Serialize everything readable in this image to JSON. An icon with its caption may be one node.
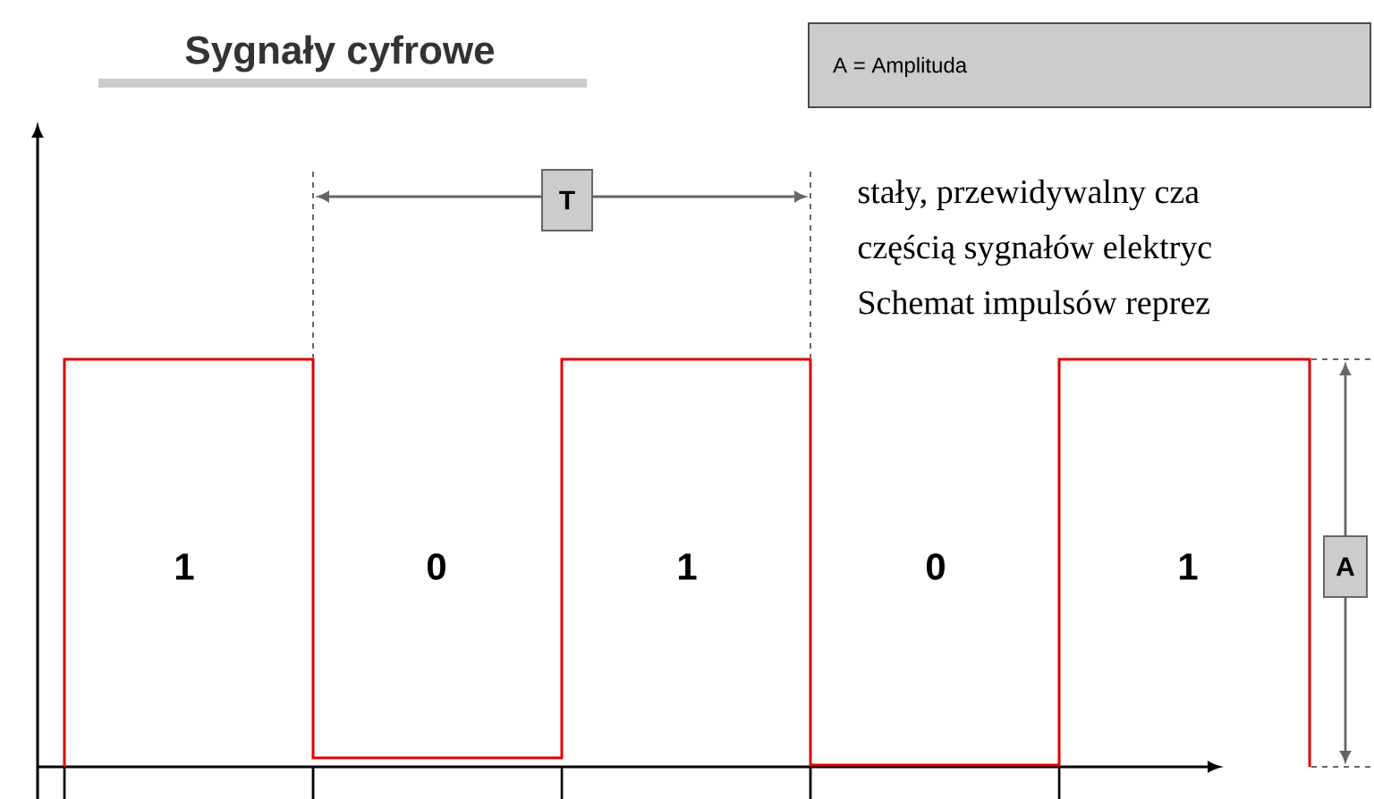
{
  "diagram": {
    "title": "Sygnały cyfrowe",
    "nodes": [
      {
        "text": [
          "A = Amplituda"
        ]
      }
    ],
    "labels": [
      "stały, przewidywalny cza",
      "częścią sygnałów elektryc",
      "Schemat impulsów reprez",
      "T",
      "1",
      "0",
      "1",
      "0",
      "1",
      "A"
    ]
  }
}
